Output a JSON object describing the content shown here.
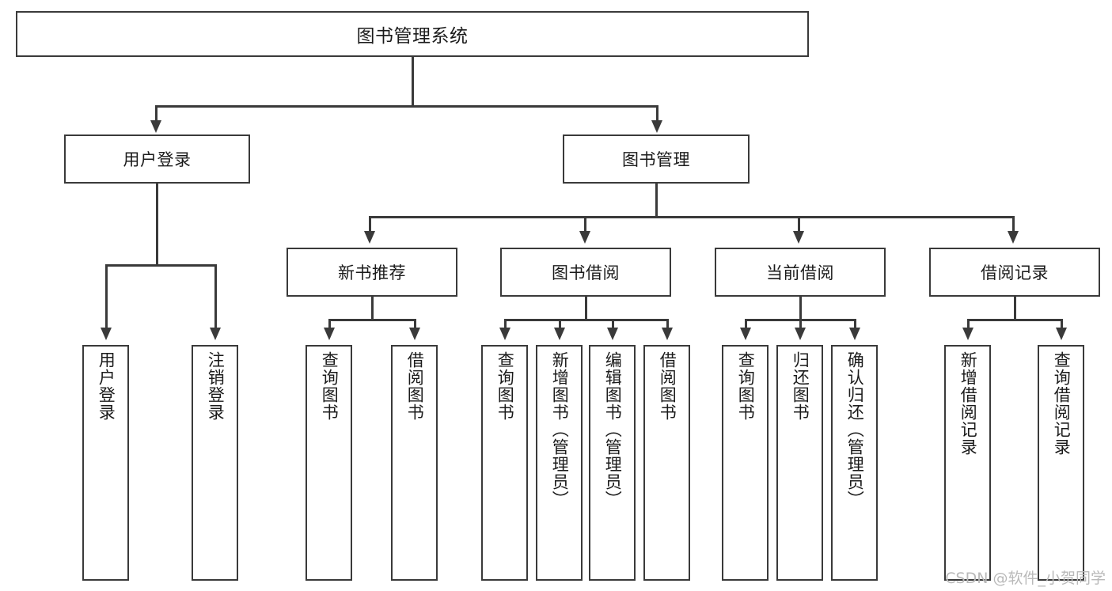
{
  "diagram": {
    "title_node": {
      "label": "图书管理系统"
    },
    "level1": [
      {
        "id": "user-login",
        "label": "用户登录"
      },
      {
        "id": "book-management",
        "label": "图书管理"
      }
    ],
    "level2": [
      {
        "id": "new-book-recommend",
        "label": "新书推荐",
        "parent": "book-management"
      },
      {
        "id": "book-borrow",
        "label": "图书借阅",
        "parent": "book-management"
      },
      {
        "id": "current-borrow",
        "label": "当前借阅",
        "parent": "book-management"
      },
      {
        "id": "borrow-record",
        "label": "借阅记录",
        "parent": "book-management"
      }
    ],
    "leaves": [
      {
        "id": "leaf-user-login",
        "label": "用户登录",
        "parent": "user-login"
      },
      {
        "id": "leaf-logout-login",
        "label": "注销登录",
        "parent": "user-login"
      },
      {
        "id": "leaf-query-book-1",
        "label": "查询图书",
        "parent": "new-book-recommend"
      },
      {
        "id": "leaf-borrow-book-1",
        "label": "借阅图书",
        "parent": "new-book-recommend"
      },
      {
        "id": "leaf-query-book-2",
        "label": "查询图书",
        "parent": "book-borrow"
      },
      {
        "id": "leaf-add-book",
        "label": "新增图书（管理员）",
        "parent": "book-borrow"
      },
      {
        "id": "leaf-edit-book",
        "label": "编辑图书（管理员）",
        "parent": "book-borrow"
      },
      {
        "id": "leaf-borrow-book-2",
        "label": "借阅图书",
        "parent": "book-borrow"
      },
      {
        "id": "leaf-query-book-3",
        "label": "查询图书",
        "parent": "current-borrow"
      },
      {
        "id": "leaf-return-book",
        "label": "归还图书",
        "parent": "current-borrow"
      },
      {
        "id": "leaf-confirm-return",
        "label": "确认归还（管理员）",
        "parent": "current-borrow"
      },
      {
        "id": "leaf-add-record",
        "label": "新增借阅记录",
        "parent": "borrow-record"
      },
      {
        "id": "leaf-query-record",
        "label": "查询借阅记录",
        "parent": "borrow-record"
      }
    ]
  },
  "watermark": {
    "text": "CSDN @软件_小贺同学"
  },
  "colors": {
    "stroke": "#3a3a3a",
    "background": "#ffffff",
    "text": "#1b1b1b",
    "watermark": "#b9b9b9"
  }
}
